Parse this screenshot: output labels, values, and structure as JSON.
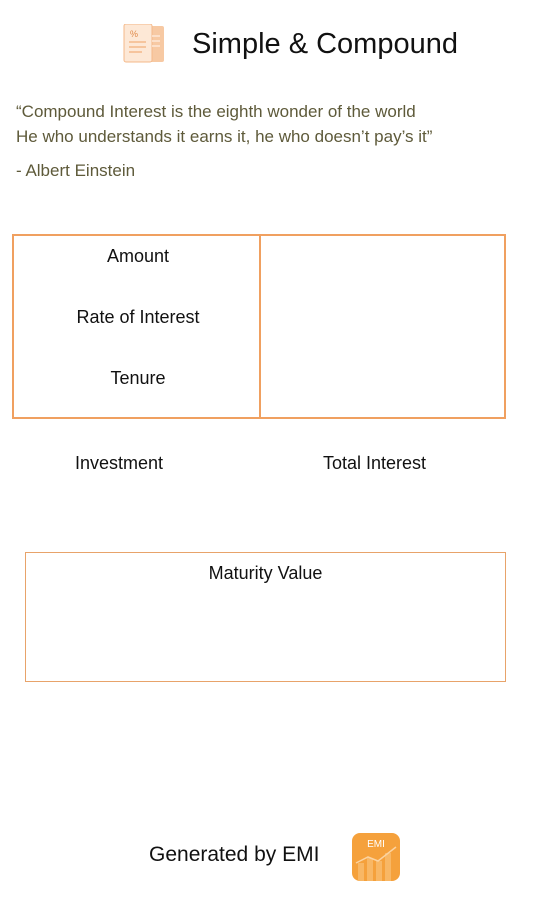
{
  "header": {
    "title": "Simple & Compound",
    "icon": "calculator-document-icon"
  },
  "quote": {
    "line1": "“Compound Interest is the eighth wonder of the world",
    "line2": "He who understands it earns it, he who doesn’t  pay’s it”",
    "author": "- Albert Einstein"
  },
  "inputs": {
    "amount_label": "Amount",
    "rate_label": "Rate of Interest",
    "tenure_label": "Tenure"
  },
  "results": {
    "investment_label": "Investment",
    "total_interest_label": "Total Interest",
    "maturity_label": "Maturity Value"
  },
  "footer": {
    "generated_text": "Generated by EMI",
    "logo_text": "EMI",
    "logo_icon": "emi-chart-icon"
  },
  "colors": {
    "accent": "#f0a060",
    "quote_text": "#5e5a3a",
    "logo_bg": "#f5a13c"
  }
}
